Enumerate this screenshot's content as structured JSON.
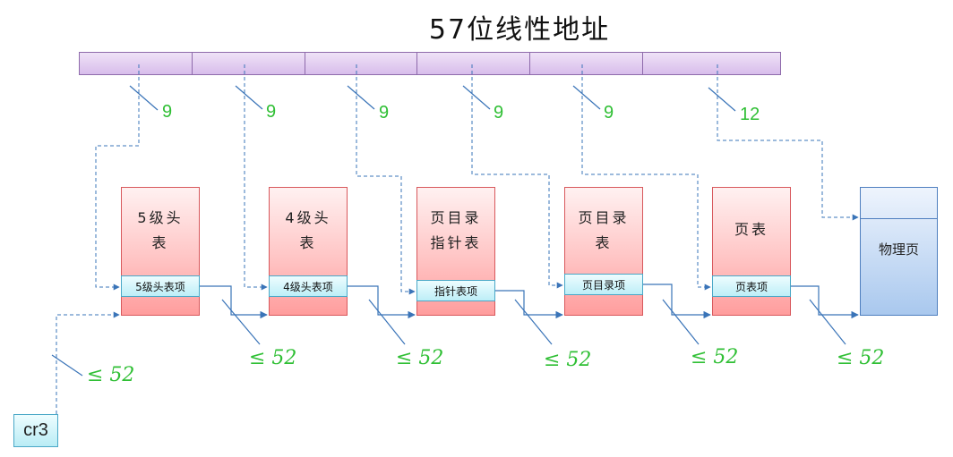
{
  "title": "57位线性地址",
  "address_bits": [
    "9",
    "9",
    "9",
    "9",
    "9",
    "12"
  ],
  "tables": [
    {
      "name_lines": [
        "5级头",
        "表"
      ],
      "entry": "5级头表项"
    },
    {
      "name_lines": [
        "4级头",
        "表"
      ],
      "entry": "4级头表项"
    },
    {
      "name_lines": [
        "页目录",
        "指针表"
      ],
      "entry": "指针表项"
    },
    {
      "name_lines": [
        "页目录",
        "表"
      ],
      "entry": "页目录项"
    },
    {
      "name_lines": [
        "页表"
      ],
      "entry": "页表项"
    }
  ],
  "physical_page": "物理页",
  "cr3": "cr3",
  "width_label": "≤ 52",
  "colors": {
    "bit_label": "#2fbf34",
    "arrow": "#3a74b8",
    "table_border": "#d8585c",
    "entry_border": "#4aa8c7",
    "address_border": "#8e6aab",
    "physical_border": "#4f7fbf"
  }
}
